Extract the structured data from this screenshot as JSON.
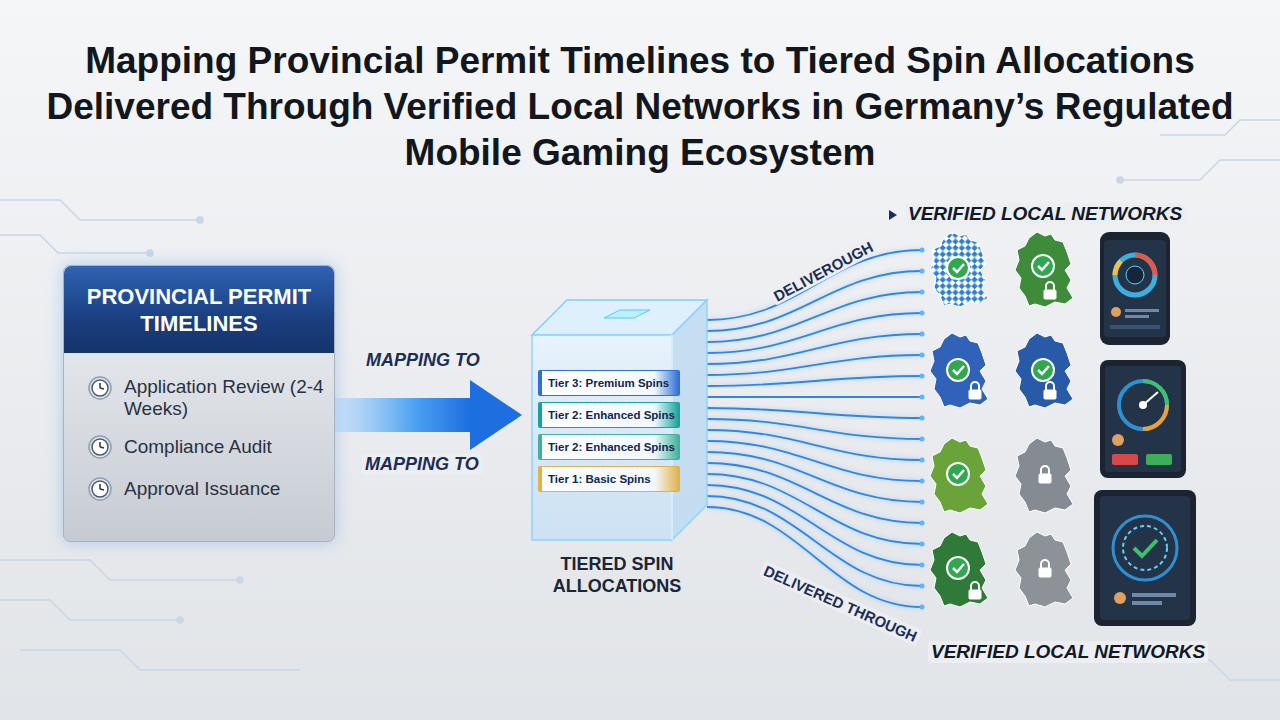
{
  "diagram": {
    "title": "Mapping Provincial Permit Timelines to Tiered Spin Allocations Delivered Through Verified Local Networks in Germany’s Regulated Mobile Gaming Ecosystem",
    "nodes": [
      {
        "text": [
          "PROVINCIAL PERMIT TIMELINES",
          "Application Review (2-4 Weeks)",
          "Compliance Audit",
          "Approval Issuance"
        ]
      },
      {
        "text": [
          "TIERED SPIN ALLOCATIONS"
        ]
      },
      {
        "text": [
          "Tier 3: Premium Spins"
        ],
        "in": 1
      },
      {
        "text": [
          "Tier 2: Enhanced Spins"
        ],
        "in": 1
      },
      {
        "text": [
          "Tier 2: Enhanced Spins"
        ],
        "in": 1
      },
      {
        "text": [
          "Tier 1: Basic Spins"
        ],
        "in": 1
      }
    ],
    "edges": [
      {
        "from": 0,
        "to": 1,
        "arrow": "to",
        "label": "MAPPING TO"
      }
    ],
    "labels": [
      "MAPPING TO",
      "DELIVEROUGH",
      "VERIFIED LOCAL NETWORKS",
      "DELIVERED THROUGH",
      "VERIFIED LOCAL NETWORKS"
    ]
  }
}
